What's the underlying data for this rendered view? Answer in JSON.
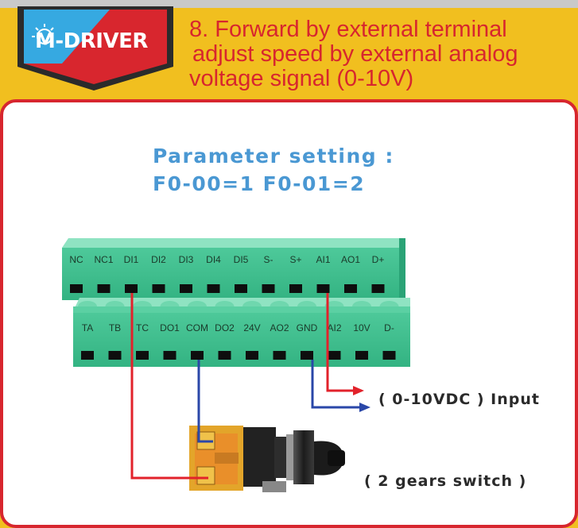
{
  "logo": {
    "text": "M-DRIVER"
  },
  "title": {
    "line1": "8. Forward by external terminal",
    "line2": "adjust speed by external analog",
    "line3": "voltage signal (0-10V)"
  },
  "parameter": {
    "line1": "Parameter setting :",
    "line2": "F0-00=1  F0-01=2"
  },
  "terminals": {
    "upper": [
      "NC",
      "NC1",
      "DI1",
      "DI2",
      "DI3",
      "DI4",
      "DI5",
      "S-",
      "S+",
      "AI1",
      "AO1",
      "D+"
    ],
    "lower": [
      "TA",
      "TB",
      "TC",
      "DO1",
      "COM",
      "DO2",
      "24V",
      "AO2",
      "GND",
      "AI2",
      "10V",
      "D-"
    ]
  },
  "captions": {
    "input": "( 0-10VDC ) Input",
    "switch": "( 2 gears switch )"
  },
  "colors": {
    "brand_red": "#d7262e",
    "brand_yellow": "#f1bf1f",
    "param_blue": "#4a98d3",
    "terminal_green": "#3dbf8e",
    "wire_red": "#e2222b",
    "wire_blue": "#2a47a8"
  }
}
